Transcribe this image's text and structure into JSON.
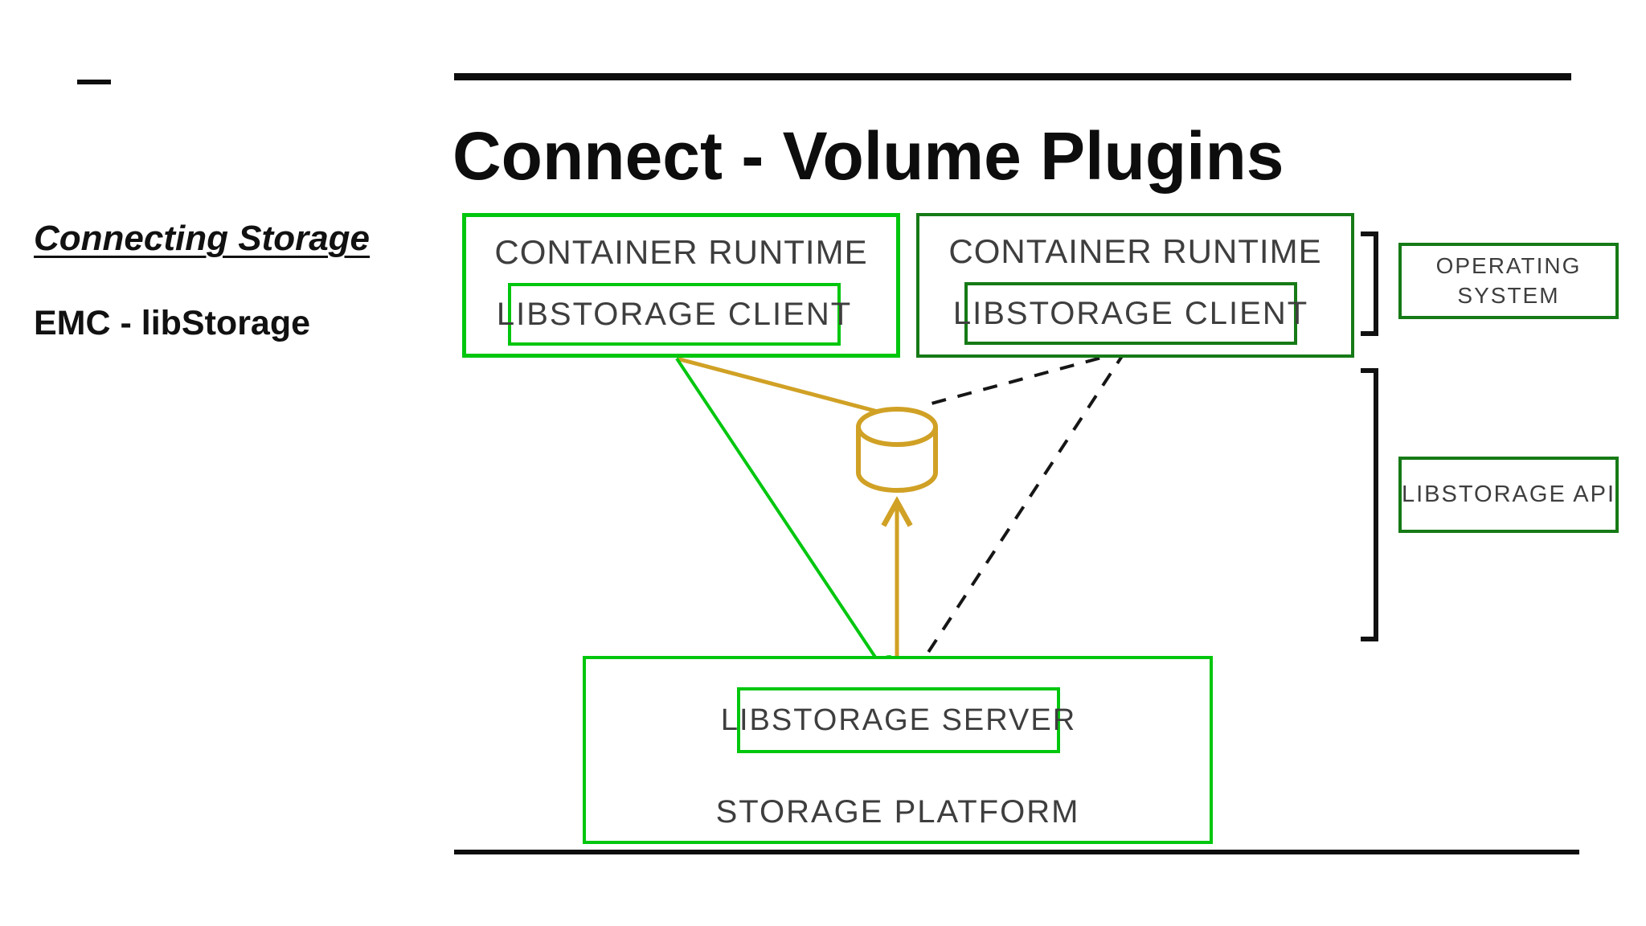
{
  "slide": {
    "title": "Connect - Volume Plugins",
    "sidebar": {
      "heading": "Connecting Storage",
      "subheading": "EMC - libStorage"
    },
    "diagram": {
      "left_runtime": {
        "label": "CONTAINER RUNTIME",
        "client_label": "LIBSTORAGE CLIENT"
      },
      "right_runtime": {
        "label": "CONTAINER RUNTIME",
        "client_label": "LIBSTORAGE CLIENT"
      },
      "os_box": {
        "label": "OPERATING SYSTEM"
      },
      "api_box": {
        "label": "LIBSTORAGE API"
      },
      "server_box": {
        "label": "LIBSTORAGE SERVER"
      },
      "platform": {
        "label": "STORAGE PLATFORM"
      },
      "icons": {
        "database": "database-cylinder-icon"
      },
      "colors": {
        "bright_green": "#00c60e",
        "dark_green": "#167a16",
        "gold": "#d0a125",
        "line_black": "#0d0d0d",
        "label_gray": "#3e3e3e"
      }
    }
  }
}
